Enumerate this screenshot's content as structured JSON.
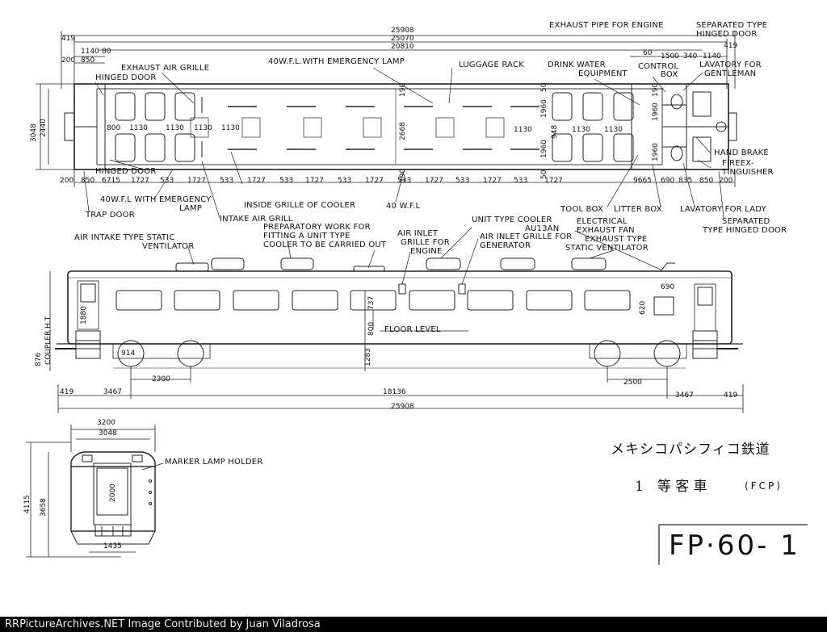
{
  "plan": {
    "labels": {
      "exhaust_pipe": "EXHAUST PIPE FOR ENGINE",
      "separated_hinged_top": "SEPARATED TYPE",
      "separated_hinged_top2": "HINGED DOOR",
      "exhaust_air_grille": "EXHAUST AIR GRILLE",
      "hinged_door_top": "HINGED DOOR",
      "emergency_lamp_top": "40W.F.L.WITH EMERGENCY LAMP",
      "luggage_rack": "LUGGAGE RACK",
      "drink_water": "DRINK WATER",
      "equipment": "EQUIPMENT",
      "control_box": "CONTROL",
      "control_box2": "BOX",
      "lav_gentleman": "LAVATORY FOR",
      "lav_gentleman2": "GENTLEMAN",
      "hand_brake": "HAND BRAKE",
      "fire_ext": "FIREEX-",
      "fire_ext2": "TINGUISHER",
      "hinged_door_bottom": "HINGED DOOR",
      "emergency_lamp_bottom": "40W.F.L WITH EMERGENCY",
      "emergency_lamp_bottom2": "LAMP",
      "trap_door": "TRAP DOOR",
      "intake_air_grill": "INTAKE AIR GRILL",
      "inside_grille": "INSIDE GRILLE OF COOLER",
      "wfl": "40 W.F.L",
      "tool_box": "TOOL BOX",
      "litter_box": "LITTER BOX",
      "lav_lady": "LAVATORY FOR LADY",
      "separated_bottom": "SEPARATED",
      "separated_bottom2": "TYPE HINGED DOOR"
    },
    "dims_top": [
      "25908",
      "25070",
      "20810",
      "419",
      "1140",
      "80",
      "200",
      "850",
      "60",
      "1500",
      "340",
      "1140",
      "419"
    ],
    "dims_left": [
      "3048",
      "2440"
    ],
    "dims_inner": [
      "190",
      "2668",
      "190",
      "50",
      "1960",
      "50",
      "1960",
      "948",
      "190",
      "1960",
      "1960"
    ],
    "dims_row": [
      "800",
      "1130",
      "1130",
      "1130",
      "1130",
      "1130",
      "1130",
      "1130"
    ],
    "dims_bottom": [
      "200",
      "850",
      "6715",
      "1727",
      "533",
      "1727",
      "533",
      "1727",
      "533",
      "1727",
      "533",
      "1727",
      "533",
      "1727",
      "533",
      "1727",
      "533",
      "1727",
      "9665",
      "690",
      "835",
      "850",
      "200"
    ]
  },
  "side": {
    "labels": {
      "air_intake": "AIR INTAKE TYPE STATIC",
      "air_intake2": "VENTILATOR",
      "prep_work": "PREPARATORY WORK FOR",
      "prep_work2": "FITTING A UNIT TYPE",
      "prep_work3": "COOLER TO BE CARRIED OUT",
      "air_inlet_engine": "AIR INLET",
      "air_inlet_engine2": "GRILLE FOR",
      "air_inlet_engine3": "ENGINE",
      "unit_cooler": "UNIT TYPE COOLER",
      "au13an": "AU13AN",
      "air_inlet_gen": "AIR INLET GRILLE FOR",
      "air_inlet_gen2": "GENERATOR",
      "elec_exhaust": "ELECTRICAL",
      "elec_exhaust2": "EXHAUST FAN",
      "exhaust_type": "EXHAUST TYPE",
      "static_vent": "STATIC VENTILATOR",
      "floor_level": "FLOOR LEVEL",
      "coupler": "COUPLER H.T"
    },
    "dims": {
      "door_h": "1880",
      "coupler_h": "876",
      "wheel": "914",
      "win_h": "737",
      "floor_h": "800",
      "rail_h": "1283",
      "small_w": "690",
      "small_h": "620",
      "bogie_left": "2300",
      "bogie_right": "2500",
      "end_left": "419",
      "ov_left": "3467",
      "centers": "18136",
      "ov_right": "3467",
      "end_right": "419",
      "total": "25908"
    }
  },
  "end": {
    "labels": {
      "marker_lamp": "MARKER LAMP HOLDER"
    },
    "dims": {
      "outer_w": "3200",
      "inner_w": "3048",
      "height": "4115",
      "body_h": "3658",
      "door_h": "2000",
      "base_w": "1435"
    }
  },
  "title": {
    "line1": "メキシコパシフィコ鉄道",
    "line2": "1　等 客 車",
    "line2_suffix": "(FCP)",
    "drawing_no": "FP·60- 1"
  },
  "credit": "RRPictureArchives.NET Image Contributed by Juan Viladrosa"
}
